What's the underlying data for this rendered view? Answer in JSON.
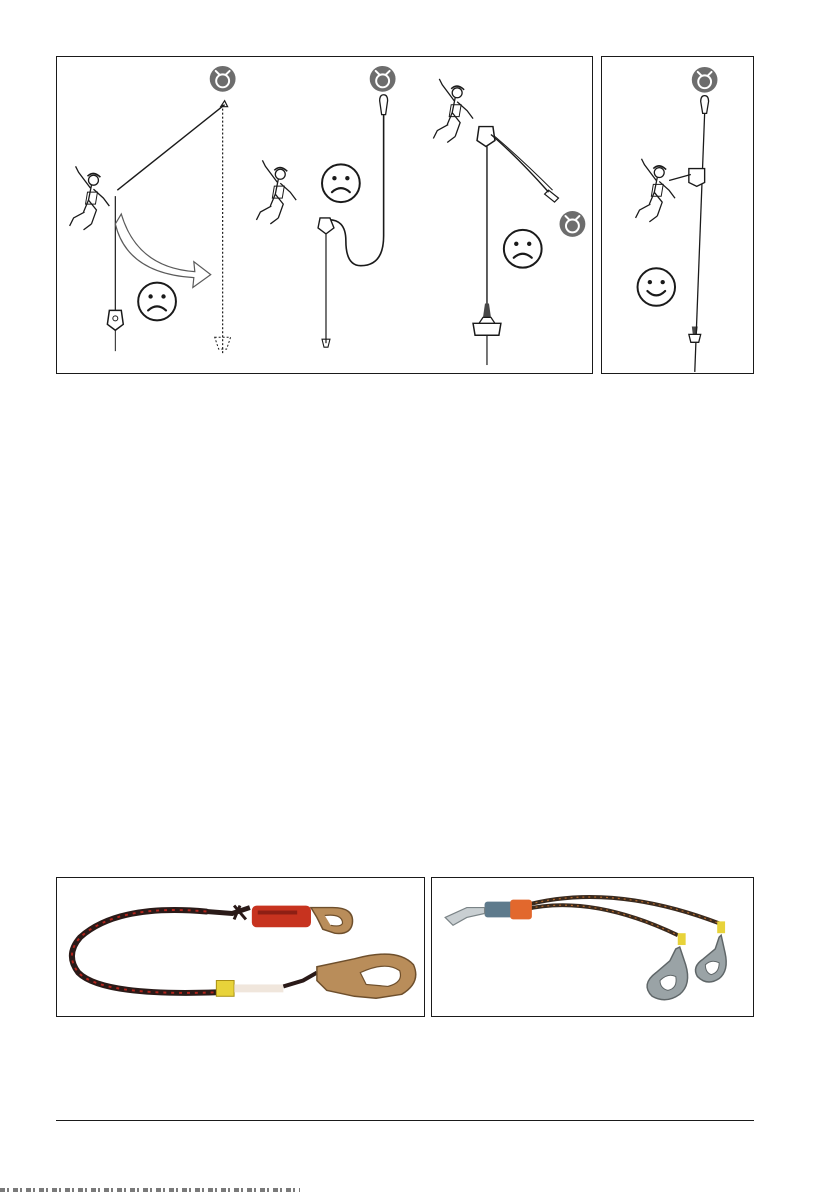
{
  "figures": {
    "misuse": {
      "scenes": [
        {
          "id": "pendulum-fall",
          "rating": "sad-face-icon",
          "warning": "hook-warning-icon"
        },
        {
          "id": "slack-lanyard",
          "rating": "sad-face-icon",
          "warning": "hook-warning-icon"
        },
        {
          "id": "lanyard-clipped-wrong",
          "rating": "sad-face-icon",
          "warning": "hook-warning-icon"
        }
      ]
    },
    "correct": {
      "scenes": [
        {
          "id": "correct-use",
          "rating": "happy-face-icon",
          "warning": "hook-warning-icon"
        }
      ]
    },
    "photos": [
      {
        "id": "single-lanyard-photo",
        "icon": "energy-absorber-lanyard-icon"
      },
      {
        "id": "double-lanyard-photo",
        "icon": "twin-lanyard-icon"
      }
    ]
  },
  "colors": {
    "ink": "#1a1a1a",
    "icon_fill": "#6d6d6d",
    "rope_dark": "#2a1a18",
    "rope_red": "#b3241c",
    "absorber_red": "#c7331f",
    "hook_gold": "#b98d5a",
    "hook_gray": "#9aa3a6",
    "absorber_blue": "#5e7a8c",
    "absorber_orange": "#e2682d",
    "label_yellow": "#e8d33a"
  }
}
